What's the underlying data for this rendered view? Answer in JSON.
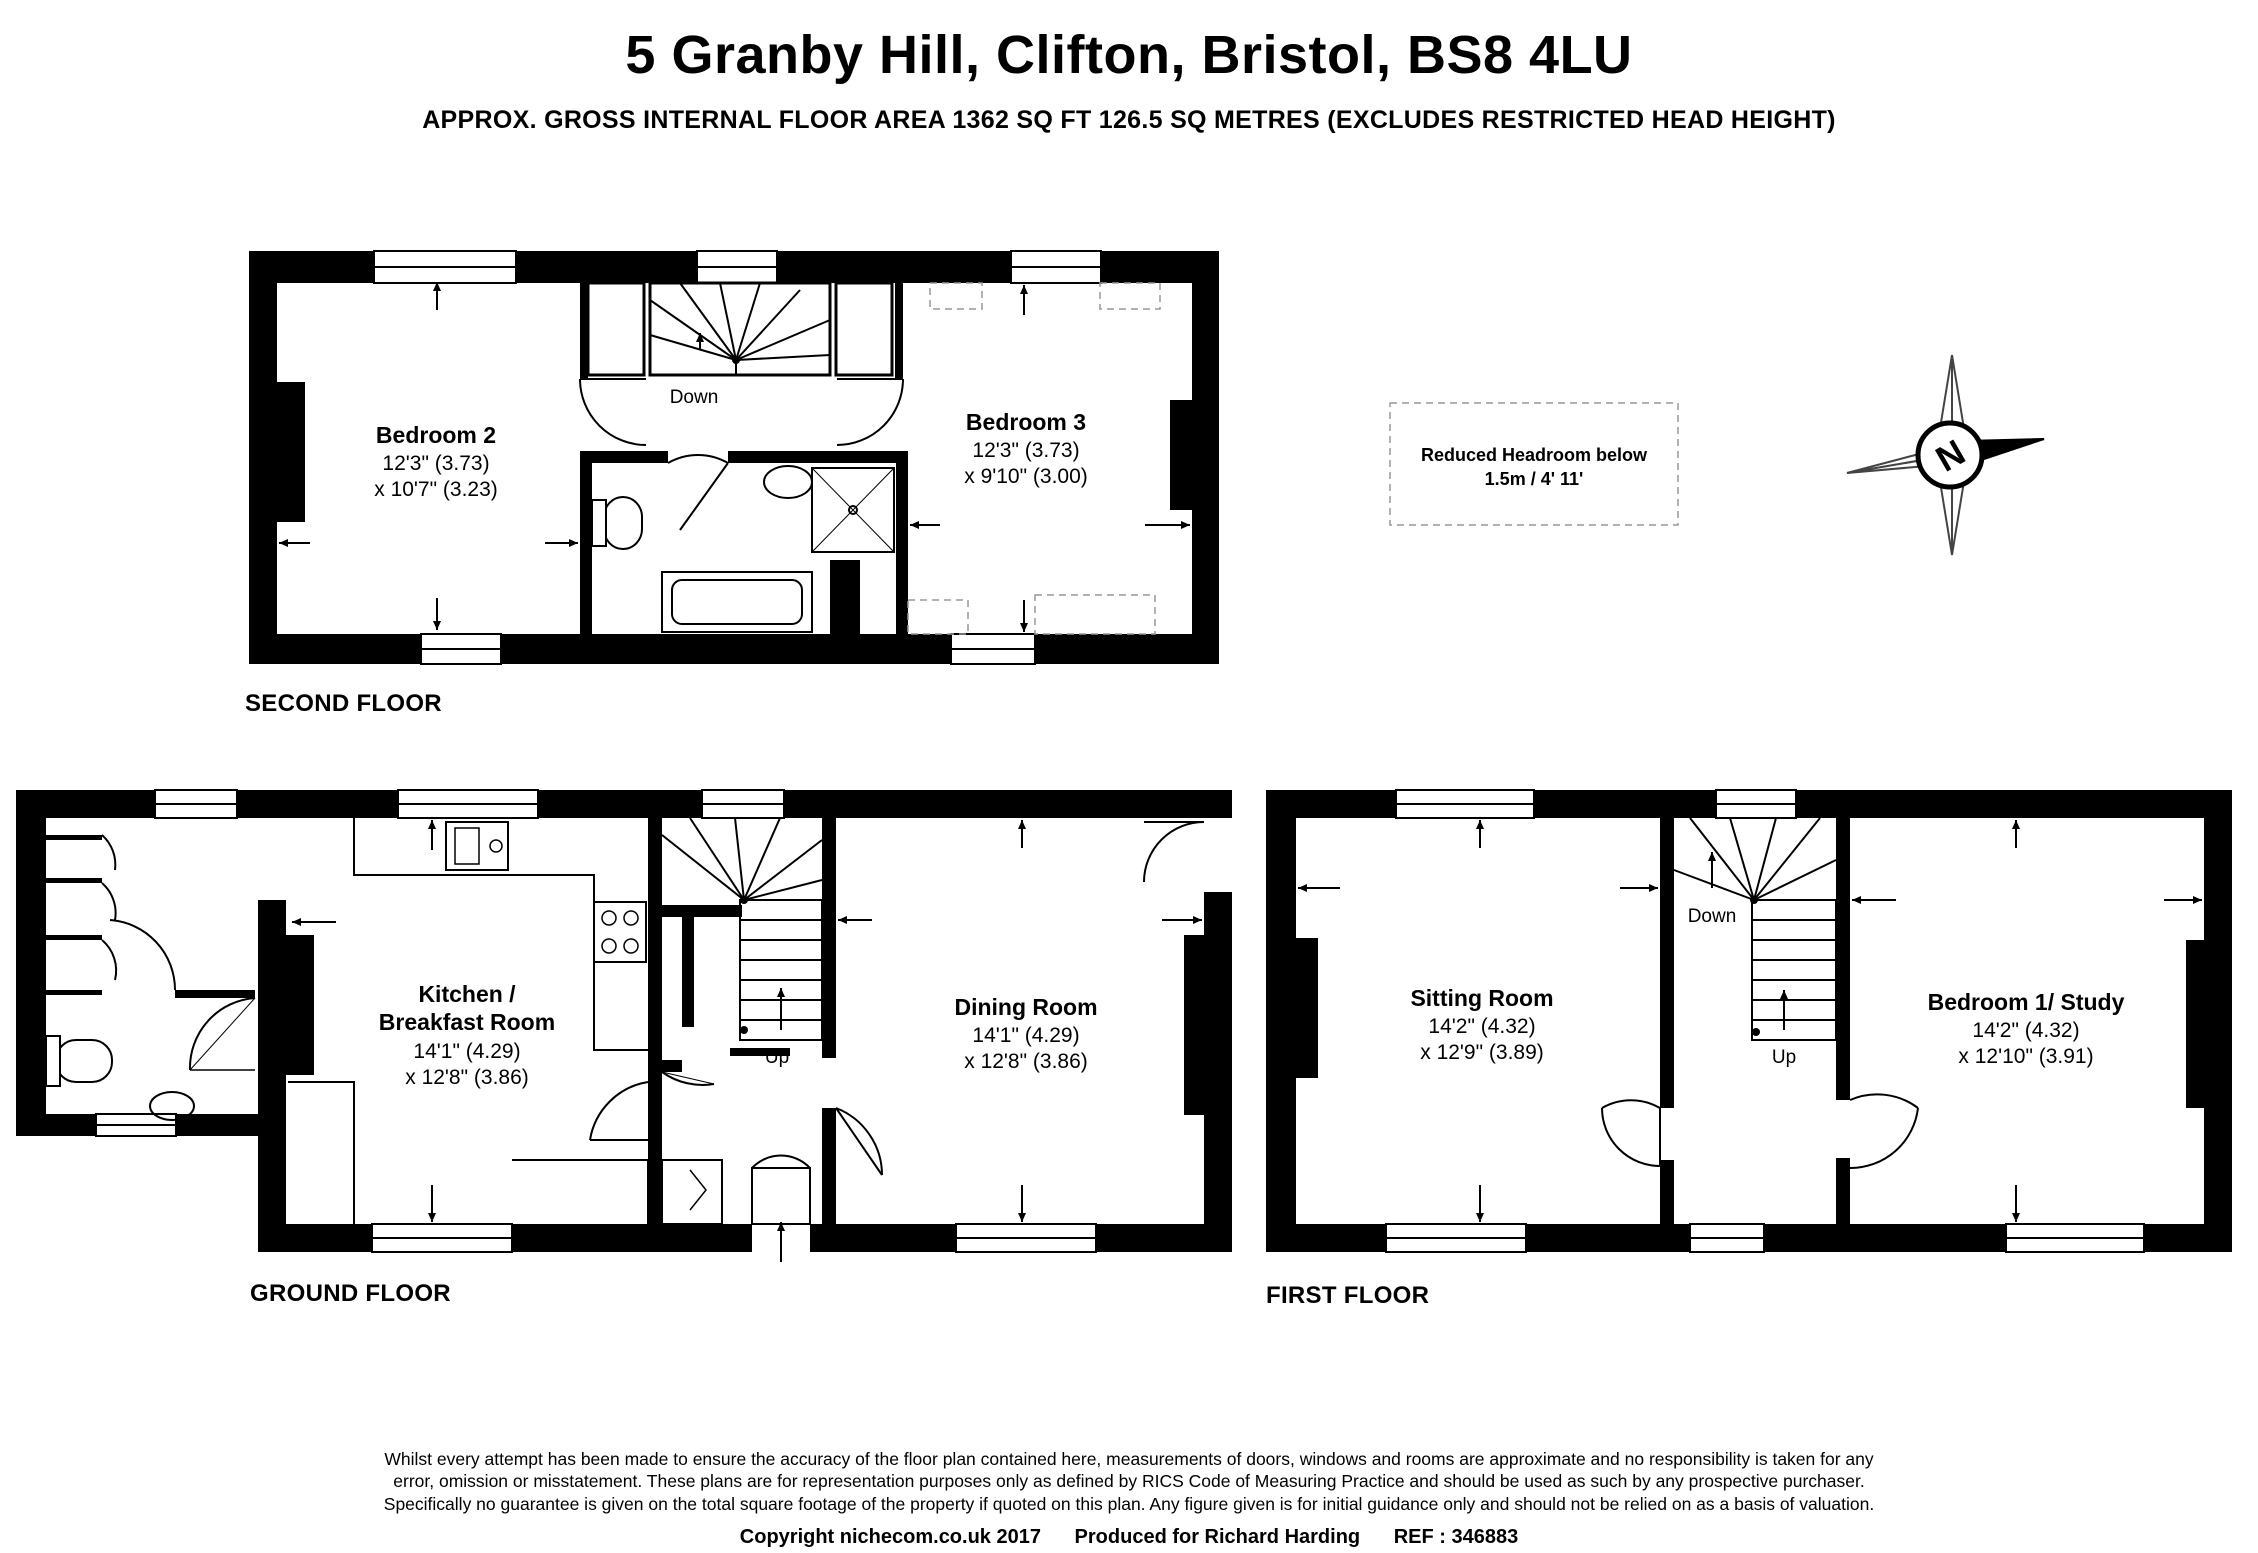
{
  "header": {
    "title": "5 Granby Hill, Clifton, Bristol, BS8 4LU",
    "subtitle": "APPROX. GROSS INTERNAL FLOOR AREA 1362 SQ FT 126.5 SQ METRES (EXCLUDES RESTRICTED HEAD HEIGHT)"
  },
  "floors": {
    "second": {
      "label": "SECOND FLOOR",
      "bedroom2": {
        "name": "Bedroom 2",
        "dim1": "12'3\" (3.73)",
        "dim2": "x 10'7\" (3.23)"
      },
      "bedroom3": {
        "name": "Bedroom 3",
        "dim1": "12'3\" (3.73)",
        "dim2": "x 9'10\" (3.00)"
      },
      "stairs_label": "Down"
    },
    "ground": {
      "label": "GROUND FLOOR",
      "kitchen": {
        "name_line1": "Kitchen /",
        "name_line2": "Breakfast Room",
        "dim1": "14'1\" (4.29)",
        "dim2": "x 12'8\" (3.86)"
      },
      "dining": {
        "name": "Dining Room",
        "dim1": "14'1\" (4.29)",
        "dim2": "x 12'8\" (3.86)"
      },
      "stairs_label": "Up"
    },
    "first": {
      "label": "FIRST FLOOR",
      "sitting": {
        "name": "Sitting Room",
        "dim1": "14'2\" (4.32)",
        "dim2": "x 12'9\" (3.89)"
      },
      "bedroom1": {
        "name": "Bedroom 1/ Study",
        "dim1": "14'2\" (4.32)",
        "dim2": "x 12'10\" (3.91)"
      },
      "stairs_down": "Down",
      "stairs_up": "Up"
    }
  },
  "legend": {
    "line1": "Reduced Headroom below",
    "line2": "1.5m / 4' 11'"
  },
  "compass": {
    "letter": "N"
  },
  "footer": {
    "disclaimer_line1": "Whilst every attempt has been made to ensure the accuracy of the floor plan contained here, measurements of doors, windows and rooms are approximate and no responsibility is taken for any",
    "disclaimer_line2": "error, omission or misstatement. These plans are for representation purposes only as defined by RICS Code of Measuring Practice and should be used as such by any prospective purchaser.",
    "disclaimer_line3": "Specifically no guarantee is given on the total square footage of the property if quoted on this plan. Any figure given is for initial guidance only and should not be relied on as a basis of valuation.",
    "copyright": "Copyright nichecom.co.uk 2017",
    "produced_for": "Produced for Richard Harding",
    "ref": "REF : 346883"
  },
  "colors": {
    "wall": "#000000",
    "background": "#ffffff",
    "fixture": "#555555",
    "compass": "#444444"
  }
}
